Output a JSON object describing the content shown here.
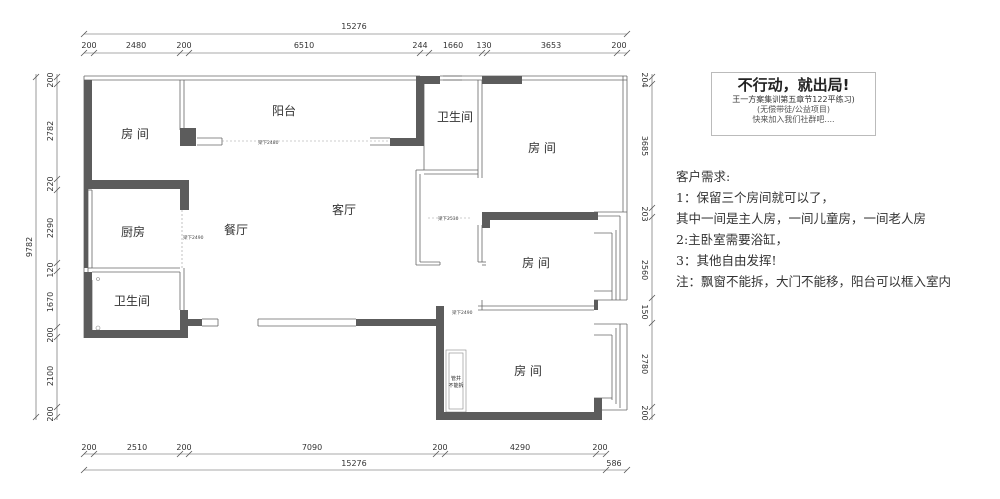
{
  "title_box": {
    "headline": "不行动，就出局!",
    "subtitle": "王一方案集训第五章节122平练习)",
    "note": "(无偿带徒/公益项目)",
    "invite": "快来加入我们社群吧...."
  },
  "requirements": {
    "heading": "客户需求:",
    "items": [
      "1：保留三个房间就可以了，",
      "其中一间是主人房，一间儿童房，一间老人房",
      "2:主卧室需要浴缸，",
      "3：其他自由发挥!",
      "注：飘窗不能拆，大门不能移，阳台可以框入室内"
    ]
  },
  "rooms": {
    "bedroom_tl": "房 间",
    "balcony": "阳台",
    "bath_top": "卫生间",
    "bedroom_tr": "房 间",
    "kitchen": "厨房",
    "dining": "餐厅",
    "living": "客厅",
    "bedroom_mid": "房 间",
    "bath_bl": "卫生间",
    "bedroom_br": "房 间"
  },
  "notes": {
    "beam_balcony": "梁下2480",
    "beam_kitchen": "梁下2490",
    "beam_living": "梁下2530",
    "beam_bedroom": "梁下2490",
    "shaft_1": "管井",
    "shaft_2": "不能拆"
  },
  "dimensions": {
    "top_total": "15276",
    "top": [
      "200",
      "2480",
      "200",
      "6510",
      "244",
      "1660",
      "130",
      "3653",
      "200"
    ],
    "bottom": [
      "200",
      "2510",
      "200",
      "7090",
      "200",
      "4290",
      "200"
    ],
    "bottom_total": "15276",
    "bottom_extra": "586",
    "left_total": "9782",
    "left": [
      "200",
      "2782",
      "220",
      "2290",
      "120",
      "1670",
      "200",
      "2100",
      "200"
    ],
    "right": [
      "204",
      "3685",
      "203",
      "2560",
      "150",
      "2780",
      "200"
    ]
  }
}
